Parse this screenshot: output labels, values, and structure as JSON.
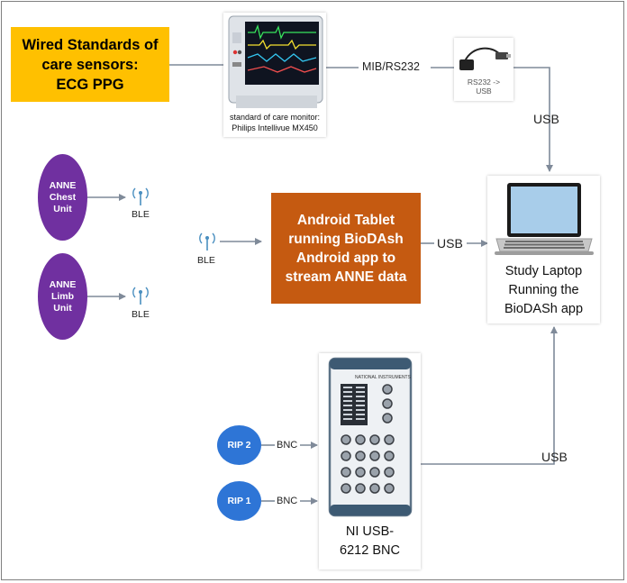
{
  "sensors_box": {
    "line1": "Wired Standards of",
    "line2": "care sensors:",
    "line3": "ECG PPG"
  },
  "monitor": {
    "caption_line1": "standard of care monitor:",
    "caption_line2": "Philips Intellivue MX450"
  },
  "adapter": {
    "caption_line1": "RS232 ->",
    "caption_line2": "USB"
  },
  "connections": {
    "mib": "MIB/RS232",
    "usb_adapter": "USB",
    "usb_tablet": "USB",
    "usb_ni": "USB",
    "ble_chest": "BLE",
    "ble_limb": "BLE",
    "ble_tablet": "BLE",
    "bnc_rip2": "BNC",
    "bnc_rip1": "BNC"
  },
  "anne_chest": {
    "line1": "ANNE",
    "line2": "Chest",
    "line3": "Unit"
  },
  "anne_limb": {
    "line1": "ANNE",
    "line2": "Limb",
    "line3": "Unit"
  },
  "tablet_box": {
    "line1": "Android Tablet",
    "line2": "running BioDAsh",
    "line3": "Android app to",
    "line4": "stream ANNE data"
  },
  "laptop": {
    "line1": "Study Laptop",
    "line2": "Running the",
    "line3": "BioDASh app"
  },
  "rip2": "RIP 2",
  "rip1": "RIP 1",
  "ni_device": {
    "line1": "NI USB-",
    "line2": "6212 BNC"
  },
  "colors": {
    "sensor_box": "#ffc000",
    "tablet_box": "#c55a11",
    "anne": "#7030a0",
    "rip": "#2e75d6",
    "wire": "#7f8a99"
  }
}
